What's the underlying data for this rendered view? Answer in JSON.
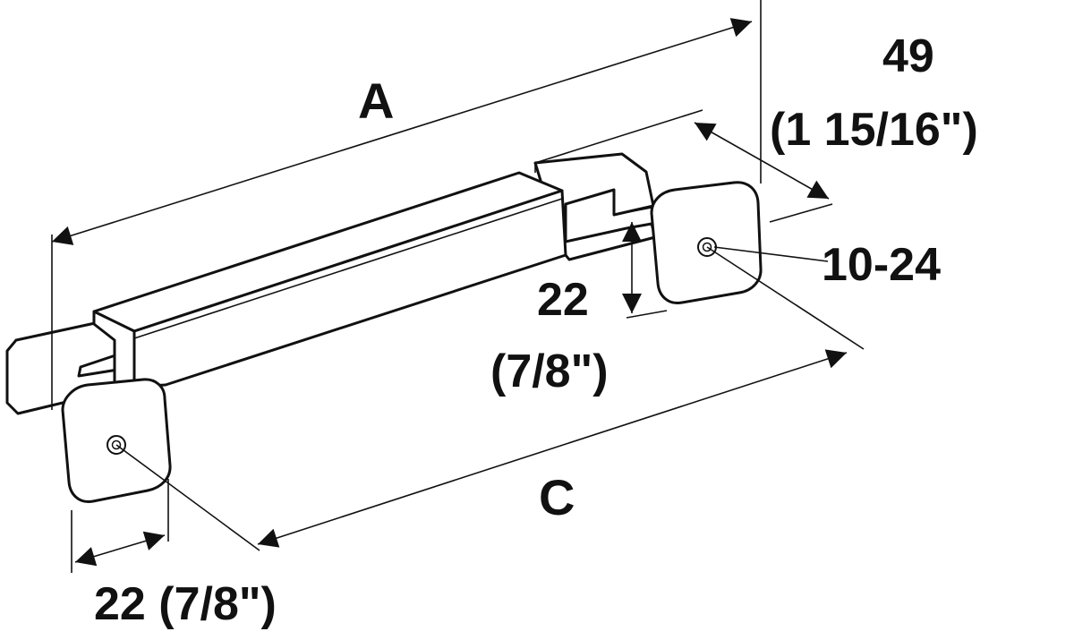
{
  "colors": {
    "line": "#111111",
    "background": "#ffffff"
  },
  "labels": {
    "length_a": "A",
    "length_c": "C",
    "projection_mm": "49",
    "projection_in": "(1 15/16\")",
    "thread": "10-24",
    "base_height_mm": "22",
    "base_height_in": "(7/8\")",
    "base_width": "22 (7/8\")"
  }
}
